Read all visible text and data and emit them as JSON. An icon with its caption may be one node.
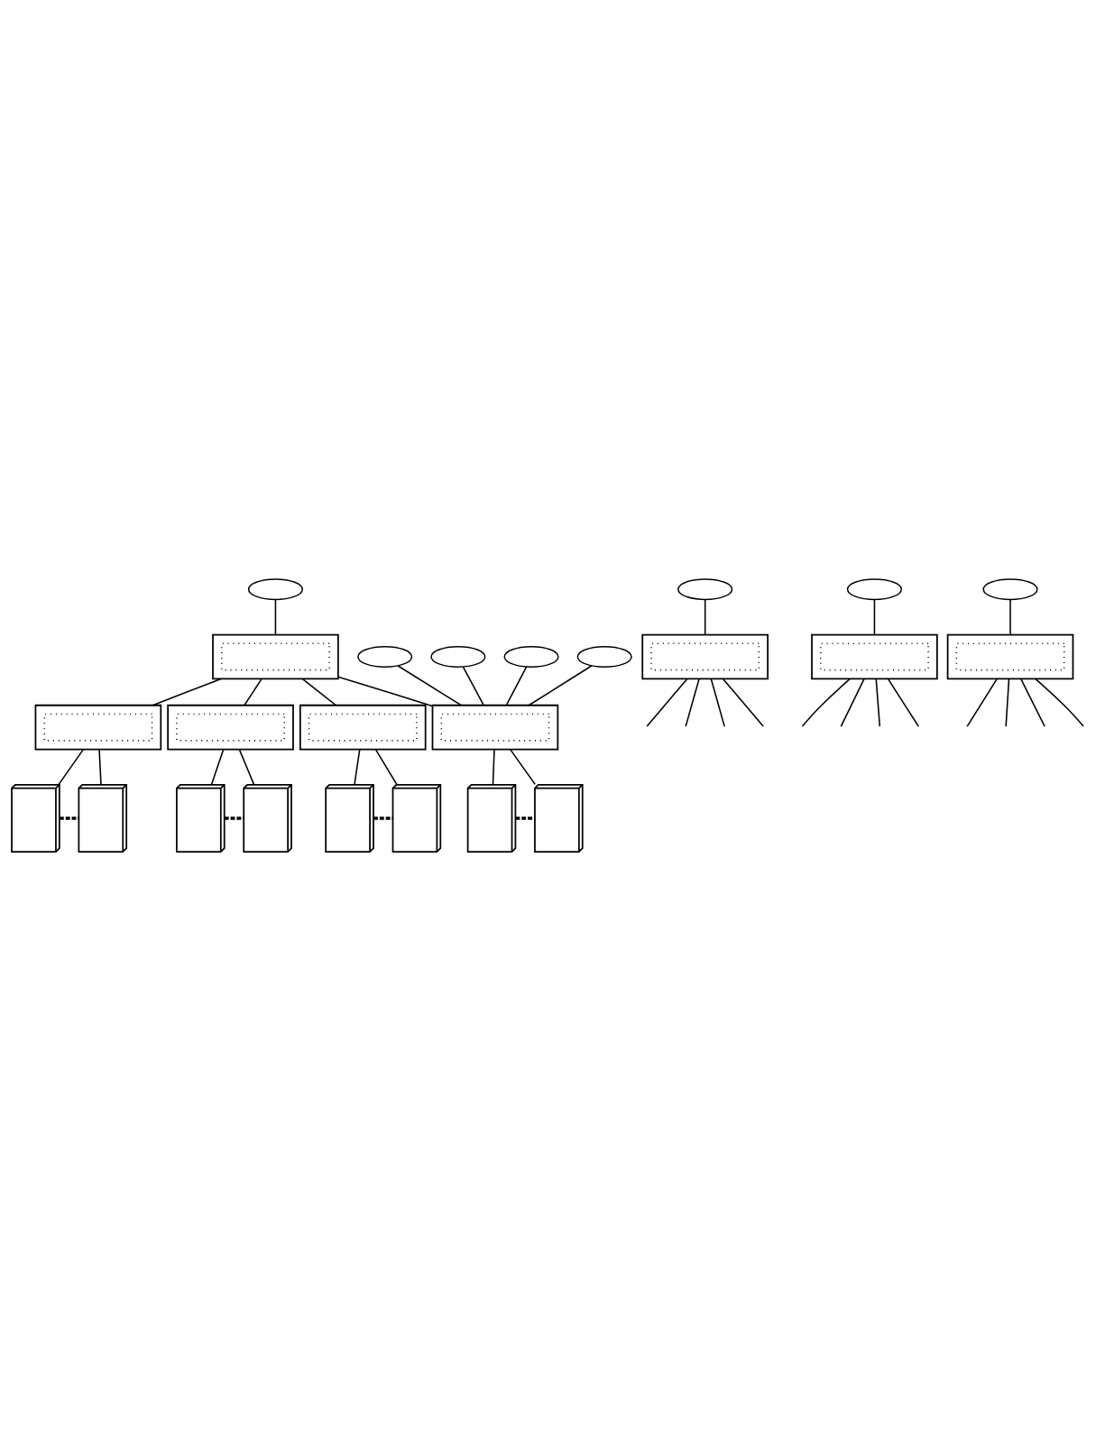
{
  "diagram": {
    "nodes": [
      {
        "text": [],
        "shape": "ellipse"
      },
      {
        "text": [],
        "shape": "ellipse"
      },
      {
        "text": [],
        "shape": "ellipse"
      },
      {
        "text": [],
        "shape": "ellipse"
      },
      {
        "text": [],
        "shape": "box"
      },
      {
        "text": [],
        "shape": "box",
        "in": 4
      },
      {
        "text": [],
        "shape": "box"
      },
      {
        "text": [],
        "shape": "box",
        "in": 6
      },
      {
        "text": [],
        "shape": "box"
      },
      {
        "text": [],
        "shape": "box",
        "in": 8
      },
      {
        "text": [],
        "shape": "box"
      },
      {
        "text": [],
        "shape": "box",
        "in": 10
      },
      {
        "text": [],
        "shape": "ellipse"
      },
      {
        "text": [],
        "shape": "ellipse"
      },
      {
        "text": [],
        "shape": "ellipse"
      },
      {
        "text": [],
        "shape": "ellipse"
      },
      {
        "text": [],
        "shape": "box"
      },
      {
        "text": [],
        "shape": "box",
        "in": 16
      },
      {
        "text": [],
        "shape": "box"
      },
      {
        "text": [],
        "shape": "box",
        "in": 18
      },
      {
        "text": [],
        "shape": "box"
      },
      {
        "text": [],
        "shape": "box",
        "in": 20
      },
      {
        "text": [],
        "shape": "box"
      },
      {
        "text": [],
        "shape": "box",
        "in": 22
      },
      {
        "text": [],
        "shape": "picture"
      },
      {
        "text": [],
        "shape": "picture"
      },
      {
        "text": [],
        "shape": "picture"
      },
      {
        "text": [],
        "shape": "picture"
      },
      {
        "text": [],
        "shape": "picture"
      },
      {
        "text": [],
        "shape": "picture"
      },
      {
        "text": [],
        "shape": "picture"
      },
      {
        "text": [],
        "shape": "picture"
      }
    ],
    "edges": [
      {
        "from": 0,
        "to": 4,
        "arrow": "none"
      },
      {
        "from": 1,
        "to": 6,
        "arrow": "none"
      },
      {
        "from": 2,
        "to": 8,
        "arrow": "none"
      },
      {
        "from": 3,
        "to": 10,
        "arrow": "none"
      },
      {
        "from": 6,
        "to": null,
        "arrow": "none"
      },
      {
        "from": 6,
        "to": null,
        "arrow": "none"
      },
      {
        "from": 6,
        "to": null,
        "arrow": "none"
      },
      {
        "from": 6,
        "to": null,
        "arrow": "none"
      },
      {
        "from": 8,
        "to": null,
        "arrow": "none"
      },
      {
        "from": 8,
        "to": null,
        "arrow": "none"
      },
      {
        "from": 8,
        "to": null,
        "arrow": "none"
      },
      {
        "from": 8,
        "to": null,
        "arrow": "none"
      },
      {
        "from": 10,
        "to": null,
        "arrow": "none"
      },
      {
        "from": 10,
        "to": null,
        "arrow": "none"
      },
      {
        "from": 10,
        "to": null,
        "arrow": "none"
      },
      {
        "from": 10,
        "to": null,
        "arrow": "none"
      },
      {
        "from": 4,
        "to": 16,
        "arrow": "none"
      },
      {
        "from": 4,
        "to": 18,
        "arrow": "none"
      },
      {
        "from": 4,
        "to": 20,
        "arrow": "none"
      },
      {
        "from": 4,
        "to": 22,
        "arrow": "none"
      },
      {
        "from": 12,
        "to": 22,
        "arrow": "none"
      },
      {
        "from": 13,
        "to": 22,
        "arrow": "none"
      },
      {
        "from": 14,
        "to": 22,
        "arrow": "none"
      },
      {
        "from": 15,
        "to": 22,
        "arrow": "none"
      },
      {
        "from": 16,
        "to": 24,
        "arrow": "none"
      },
      {
        "from": 16,
        "to": 25,
        "arrow": "none"
      },
      {
        "from": 18,
        "to": 26,
        "arrow": "none"
      },
      {
        "from": 18,
        "to": 27,
        "arrow": "none"
      },
      {
        "from": 20,
        "to": 28,
        "arrow": "none"
      },
      {
        "from": 20,
        "to": 29,
        "arrow": "none"
      },
      {
        "from": 22,
        "to": 30,
        "arrow": "none"
      },
      {
        "from": 22,
        "to": 31,
        "arrow": "none"
      },
      {
        "from": 24,
        "to": 25,
        "arrow": "none",
        "style": "dashed"
      },
      {
        "from": 26,
        "to": 27,
        "arrow": "none",
        "style": "dashed"
      },
      {
        "from": 28,
        "to": 29,
        "arrow": "none",
        "style": "dashed"
      },
      {
        "from": 30,
        "to": 31,
        "arrow": "none",
        "style": "dashed"
      }
    ]
  }
}
